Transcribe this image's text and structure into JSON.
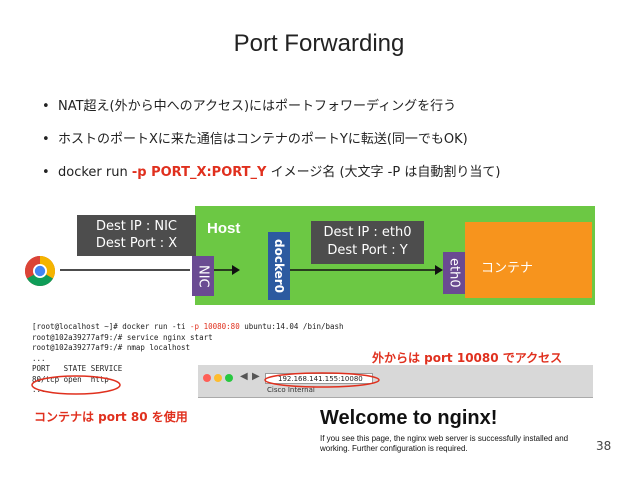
{
  "slide": {
    "title": "Port Forwarding",
    "page_number": "38"
  },
  "bullets": [
    {
      "text": "NAT超え(外から中へのアクセス)にはポートフォワーディングを行う"
    },
    {
      "text": "ホストのポートXに来た通信はコンテナのポートYに転送(同一でもOK)"
    },
    {
      "prefix": "docker run ",
      "highlight": "-p PORT_X:PORT_Y",
      "suffix": " イメージ名 (大文字 -P は自動割り当て)"
    }
  ],
  "diagram": {
    "host_label": "Host",
    "dest1_line1": "Dest IP : NIC",
    "dest1_line2": "Dest Port : X",
    "nic_label": "NIC",
    "docker0_label": "docker0",
    "dest2_line1": "Dest IP : eth0",
    "dest2_line2": "Dest Port : Y",
    "eth0_label": "eth0",
    "container_label": "コンテナ",
    "colors": {
      "host": "#6cc844",
      "nic": "#6a4b92",
      "docker0": "#2c5aa0",
      "container": "#f7941d",
      "label_box": "#4d4d4d"
    }
  },
  "terminal": {
    "line1_pre": "[root@localhost ~]# docker run -ti ",
    "line1_flag": "-p 10080:80",
    "line1_post": " ubuntu:14.04 /bin/bash",
    "line2": "root@102a39277af9:/# service nginx start",
    "line3": "root@102a39277af9:/# nmap localhost",
    "line4": "...",
    "line5": "PORT   STATE SERVICE",
    "line6": "80/tcp open  http",
    "line7": "..."
  },
  "browser": {
    "url": "192.168.141.155:10080",
    "bookmark": "Cisco Internal",
    "heading": "Welcome to nginx!",
    "body_line1": "If you see this page, the nginx web server is successfully installed and",
    "body_line2": "working. Further configuration is required."
  },
  "annotations": {
    "outside": "外からは port 10080 でアクセス",
    "container_port": "コンテナは port 80 を使用"
  }
}
